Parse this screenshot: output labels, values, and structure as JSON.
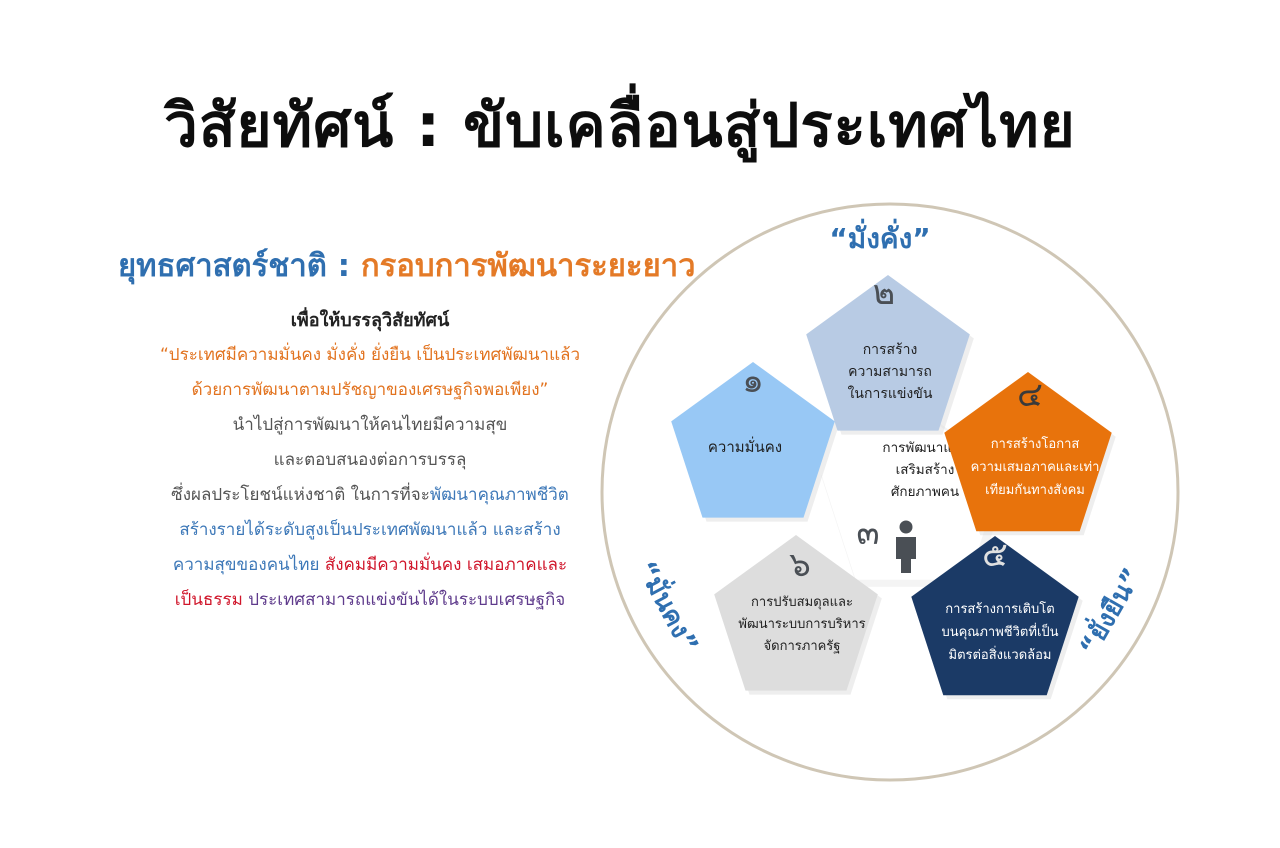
{
  "title": "วิสัยทัศน์ : ขับเคลื่อนสู่ประเทศไทย",
  "strategy": {
    "label": "ยุทธศาสตร์ชาติ :",
    "value": "กรอบการพัฒนาระยะยาว"
  },
  "vision_lines": [
    {
      "segments": [
        {
          "text": "เพื่อให้บรรลุวิสัยทัศน์",
          "color": "head"
        }
      ]
    },
    {
      "segments": [
        {
          "text": "“ประเทศมีความมั่นคง มั่งคั่ง ยั่งยืน เป็นประเทศพัฒนาแล้ว",
          "color": "orange"
        }
      ]
    },
    {
      "segments": [
        {
          "text": "ด้วยการพัฒนาตามปรัชญาของเศรษฐกิจพอเพียง”",
          "color": "orange"
        }
      ]
    },
    {
      "segments": [
        {
          "text": "นำไปสู่การพัฒนาให้คนไทยมีความสุข",
          "color": "gray"
        }
      ]
    },
    {
      "segments": [
        {
          "text": "และตอบสนองต่อการบรรลุ",
          "color": "gray"
        }
      ]
    },
    {
      "segments": [
        {
          "text": "ซึ่งผลประโยชน์แห่งชาติ ในการที่จะ",
          "color": "gray"
        },
        {
          "text": "พัฒนาคุณภาพชีวิต",
          "color": "blue"
        }
      ]
    },
    {
      "segments": [
        {
          "text": "สร้างรายได้ระดับสูงเป็นประเทศพัฒนาแล้ว และสร้าง",
          "color": "blue"
        }
      ]
    },
    {
      "segments": [
        {
          "text": "ความสุขของคนไทย ",
          "color": "blue"
        },
        {
          "text": "สังคมมีความมั่นคง เสมอภาคและ",
          "color": "red"
        }
      ]
    },
    {
      "segments": [
        {
          "text": "เป็นธรรม ",
          "color": "red"
        },
        {
          "text": "ประเทศสามารถแข่งขันได้ในระบบเศรษฐกิจ",
          "color": "purple"
        }
      ]
    }
  ],
  "diagram": {
    "labels": {
      "top": "“มั่งคั่ง”",
      "left": "“มั่นคง”",
      "right": "“ยั่งยืน”"
    },
    "center": {
      "number": "๓",
      "lines": [
        "การพัฒนาและ",
        "เสริมสร้าง",
        "ศักยภาพคน"
      ]
    },
    "pentagons": [
      {
        "number": "๑",
        "lines": [
          "ความมั่นคง"
        ],
        "fill": "#98c8f5",
        "text_color": "#1f1f1f",
        "number_color": "#4a4f55"
      },
      {
        "number": "๒",
        "lines": [
          "การสร้าง",
          "ความสามารถ",
          "ในการแข่งขัน"
        ],
        "fill": "#b8cbe4",
        "text_color": "#1f1f1f",
        "number_color": "#4a4f55"
      },
      {
        "number": "๔",
        "lines": [
          "การสร้างโอกาส",
          "ความเสมอภาคและเท่า",
          "เทียมกันทางสังคม"
        ],
        "fill": "#e8730c",
        "text_color": "#ffffff",
        "number_color": "#3a3a3a"
      },
      {
        "number": "๕",
        "lines": [
          "การสร้างการเติบโต",
          "บนคุณภาพชีวิตที่เป็น",
          "มิตรต่อสิ่งแวดล้อม"
        ],
        "fill": "#1b3a66",
        "text_color": "#ffffff",
        "number_color": "#e0e0e0"
      },
      {
        "number": "๖",
        "lines": [
          "การปรับสมดุลและ",
          "พัฒนาระบบการบริหาร",
          "จัดการภาครัฐ"
        ],
        "fill": "#dddddd",
        "text_color": "#1f1f1f",
        "number_color": "#4a4f55"
      }
    ],
    "colors": {
      "ring": "#cfc6b5",
      "outer_label": "#2f6fb0",
      "center_fill": "#ffffff",
      "person_icon": "#4a4f55"
    }
  }
}
